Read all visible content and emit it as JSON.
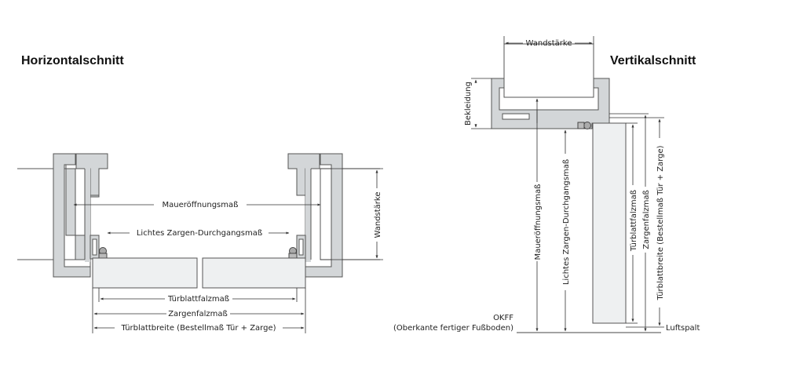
{
  "left": {
    "title": "Horizontalschnitt",
    "labels": {
      "mauer": "Maueröffnungsmaß",
      "lichtes": "Lichtes Zargen-Durchgangsmaß",
      "wandstaerke": "Wandstärke",
      "tuerblattfalz": "Türblattfalzmaß",
      "zargenfalz": "Zargenfalzmaß",
      "tuerblattbreite": "Türblattbreite (Bestellmaß Tür + Zarge)"
    }
  },
  "right": {
    "title": "Vertikalschnitt",
    "labels": {
      "wandstaerke": "Wandstärke",
      "bekleidung": "Bekleidung",
      "mauer": "Maueröffnungsmaß",
      "lichtes": "Lichtes Zargen-Durchgangsmaß",
      "tuerblattfalz": "Türblattfalzmaß",
      "zargenfalz": "Zargenfalzmaß",
      "tuerblattbreite": "Türblattbreite (Bestellmaß Tür + Zarge)",
      "okff": "OKFF",
      "okff_full": "(Oberkante fertiger Fußboden)",
      "luftspalt": "Luftspalt"
    }
  }
}
